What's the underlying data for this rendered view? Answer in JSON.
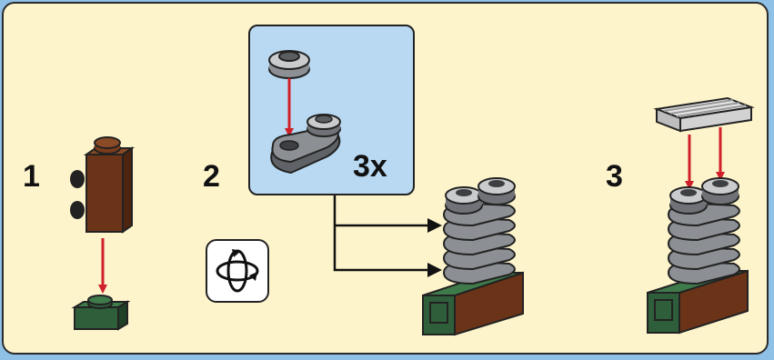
{
  "steps": {
    "s1": {
      "number": "1"
    },
    "s2": {
      "number": "2"
    },
    "s3": {
      "number": "3"
    }
  },
  "callout": {
    "multiplier": "3x"
  },
  "icons": {
    "rotate": "rotate-model-icon"
  },
  "colors": {
    "background": "#fdf4cc",
    "callout": "#b9d9f2",
    "arrow": "#d0202a",
    "brown": "#6b3418",
    "green": "#2f5e3a",
    "gray": "#8c8f93",
    "light": "#e6e6e6"
  }
}
